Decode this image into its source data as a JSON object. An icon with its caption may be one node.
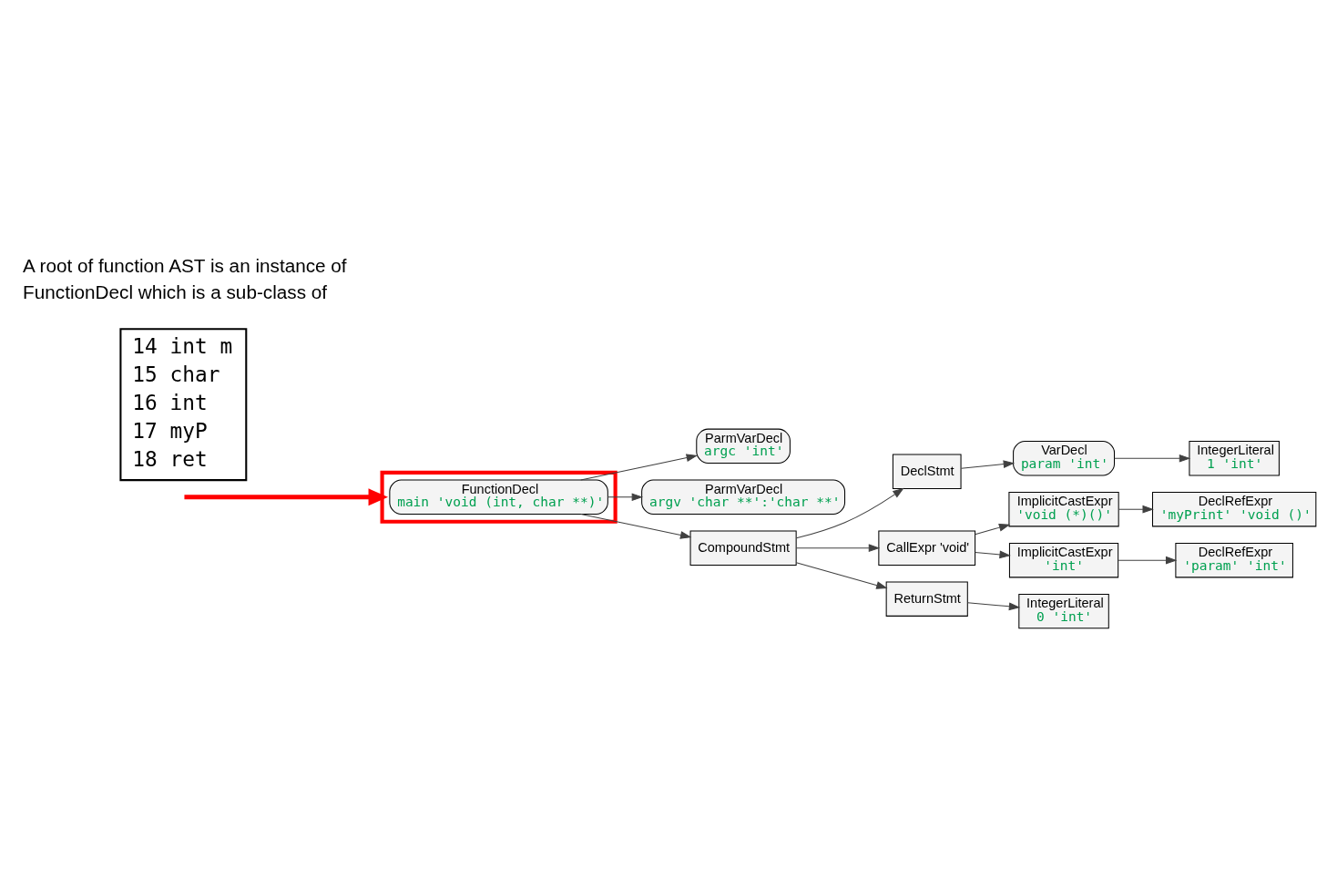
{
  "diagram": {
    "nodes": [
      {
        "text": [],
        "shape": "box"
      },
      {
        "text": [
          "FunctionDecl",
          "main 'void (int, char **)'"
        ],
        "in": 0
      },
      {
        "text": [
          "ParmVarDecl",
          "argc 'int'"
        ]
      },
      {
        "text": [
          "ParmVarDecl",
          "argv 'char **':'char **'"
        ]
      },
      {
        "text": [
          "CompoundStmt"
        ]
      },
      {
        "text": [
          "DeclStmt"
        ]
      },
      {
        "text": [
          "VarDecl",
          "param 'int'"
        ]
      },
      {
        "text": [
          "IntegerLiteral",
          "1 'int'"
        ]
      },
      {
        "text": [
          "CallExpr 'void'"
        ]
      },
      {
        "text": [
          "ImplicitCastExpr",
          "'void (*)()'"
        ]
      },
      {
        "text": [
          "DeclRefExpr",
          "'myPrint' 'void ()'"
        ]
      },
      {
        "text": [
          "ImplicitCastExpr",
          "'int'"
        ]
      },
      {
        "text": [
          "DeclRefExpr",
          "'param' 'int'"
        ]
      },
      {
        "text": [
          "ReturnStmt"
        ]
      },
      {
        "text": [
          "IntegerLiteral",
          "0 'int'"
        ]
      },
      {
        "text": [
          "14 int m",
          "15 char",
          "16 int",
          "17 myP",
          "18 ret"
        ]
      }
    ],
    "edges": [
      {
        "from": null,
        "to": 0,
        "arrow": "to",
        "style": "thick",
        "color": "#ff0000"
      },
      {
        "from": 1,
        "to": 2,
        "arrow": "to"
      },
      {
        "from": 1,
        "to": 3,
        "arrow": "to"
      },
      {
        "from": 1,
        "to": 4,
        "arrow": "to"
      },
      {
        "from": 4,
        "to": 5,
        "arrow": "to"
      },
      {
        "from": 5,
        "to": 6,
        "arrow": "to"
      },
      {
        "from": 6,
        "to": 7,
        "arrow": "to"
      },
      {
        "from": 4,
        "to": 8,
        "arrow": "to"
      },
      {
        "from": 8,
        "to": 9,
        "arrow": "to"
      },
      {
        "from": 9,
        "to": 10,
        "arrow": "to"
      },
      {
        "from": 8,
        "to": 11,
        "arrow": "to"
      },
      {
        "from": 11,
        "to": 12,
        "arrow": "to"
      },
      {
        "from": 4,
        "to": 13,
        "arrow": "to"
      },
      {
        "from": 13,
        "to": 14,
        "arrow": "to"
      }
    ],
    "labels": [
      "A root of function AST is an instance of",
      "FunctionDecl which is a sub-class of"
    ]
  }
}
